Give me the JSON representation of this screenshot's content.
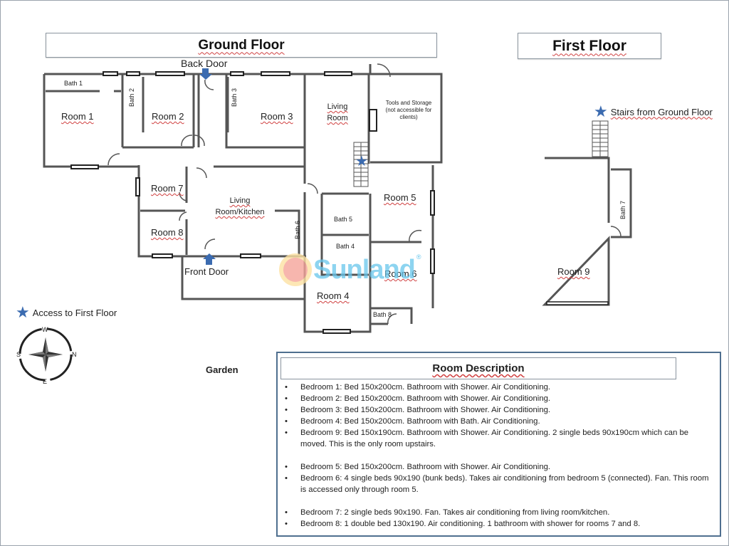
{
  "titles": {
    "ground_floor": "Ground Floor",
    "first_floor": "First Floor"
  },
  "ground_floor": {
    "doors": {
      "back_door": "Back Door",
      "front_door": "Front Door"
    },
    "rooms": {
      "room_1": "Room 1",
      "room_2": "Room 2",
      "room_3": "Room 3",
      "room_4": "Room 4",
      "room_5": "Room 5",
      "room_6": "Room 6",
      "room_7": "Room 7",
      "room_8": "Room 8",
      "living_room": "Living Room",
      "living_room_kitchen": "Living Room/Kitchen",
      "tools_storage": "Tools and Storage (not accessible for clients)"
    },
    "baths": {
      "bath_1": "Bath 1",
      "bath_2": "Bath 2",
      "bath_3": "Bath 3",
      "bath_4": "Bath 4",
      "bath_5": "Bath 5",
      "bath_6": "Bath 6",
      "bath_8": "Bath 8"
    },
    "garden": "Garden"
  },
  "first_floor": {
    "stairs_label": "Stairs from Ground Floor",
    "room_9": "Room 9",
    "bath_7": "Bath 7"
  },
  "legend": {
    "access_first_floor": "Access to First Floor",
    "star_color": "#3b6bb0",
    "arrow_color": "#3b6bb0"
  },
  "compass": {
    "top": "W",
    "right": "N",
    "bottom": "E",
    "left": "S"
  },
  "watermark": {
    "text": "Sunland",
    "registered": "®"
  },
  "room_description": {
    "title": "Room Description",
    "items": [
      "Bedroom 1: Bed 150x200cm. Bathroom with Shower. Air Conditioning.",
      "Bedroom 2: Bed 150x200cm. Bathroom with Shower. Air Conditioning.",
      "Bedroom 3: Bed 150x200cm. Bathroom with Shower. Air Conditioning.",
      "Bedroom 4: Bed 150x200cm. Bathroom with Bath. Air Conditioning.",
      "Bedroom 9: Bed 150x190cm. Bathroom with Shower. Air Conditioning.  2 single beds 90x190cm which can be moved. This is the only room upstairs.",
      "Bedroom 5: Bed 150x200cm. Bathroom with Shower. Air Conditioning.",
      "Bedroom 6: 4 single beds 90x190 (bunk beds). Takes air conditioning from bedroom 5 (connected). Fan. This room is accessed only through room 5.",
      "Bedroom 7: 2 single beds 90x190. Fan. Takes air conditioning from living room/kitchen.",
      "Bedroom 8: 1 double bed 130x190. Air conditioning. 1 bathroom with shower for rooms 7 and 8."
    ]
  }
}
